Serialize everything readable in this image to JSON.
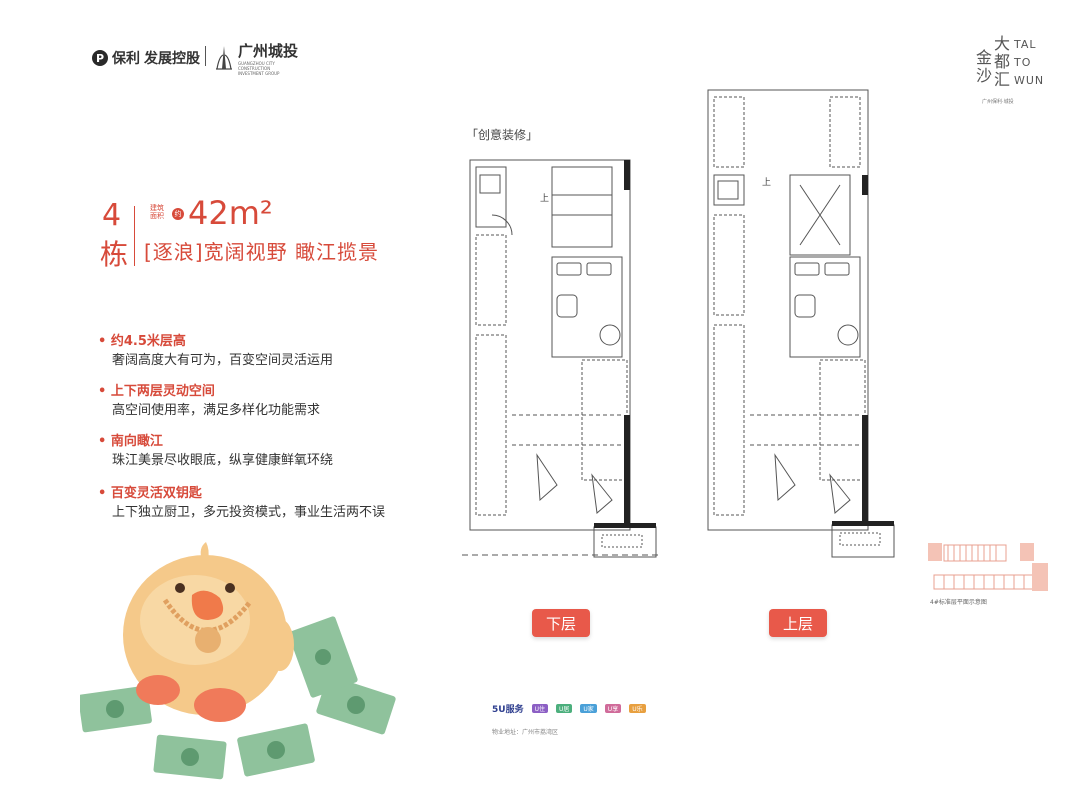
{
  "header": {
    "poly_logo_mark": "P",
    "poly_logo_text": "保利",
    "poly_logo_sub": "发展控股",
    "gz_logo_text": "广州城投",
    "gz_logo_sub": "GUANGZHOU CITY CONSTRUCTION INVESTMENT GROUP"
  },
  "project_logo": {
    "cn_line1": "大",
    "cn_line2": "都",
    "cn_line3": "汇",
    "cn_left1": "金",
    "cn_left2": "沙",
    "en_line1": "TAL",
    "en_line2": "TO",
    "en_line3": "WUN",
    "sub_text": "广州保利·城投"
  },
  "title": {
    "building_num": "4",
    "building_char": "栋",
    "area_label": "建筑面积",
    "area_badge": "约",
    "area_value": "42m²",
    "slogan": "[逐浪]宽阔视野 瞰江揽景"
  },
  "features": [
    {
      "heading": "• 约4.5米层高",
      "desc": "奢阔高度大有可为，百变空间灵活运用"
    },
    {
      "heading": "• 上下两层灵动空间",
      "desc": "高空间使用率，满足多样化功能需求"
    },
    {
      "heading": "• 南向瞰江",
      "desc": "珠江美景尽收眼底，纵享健康鲜氧环绕"
    },
    {
      "heading": "• 百变灵活双钥匙",
      "desc": "上下独立厨卫，多元投资模式，事业生活两不误"
    }
  ],
  "plans": {
    "note": "「创意装修」",
    "lower_label": "下层",
    "upper_label": "上层",
    "stair_mark": "上",
    "mini_caption": "4#标准层平面示意图"
  },
  "footer": {
    "brand": "5U服务",
    "tags": [
      "U住",
      "U居",
      "U家",
      "U享",
      "U乐"
    ],
    "line2": "物业地址：广州市荔湾区"
  },
  "colors": {
    "accent": "#d74a3a",
    "button": "#e8594a",
    "money_green": "#7fb48f",
    "mascot": "#f5c98a"
  }
}
